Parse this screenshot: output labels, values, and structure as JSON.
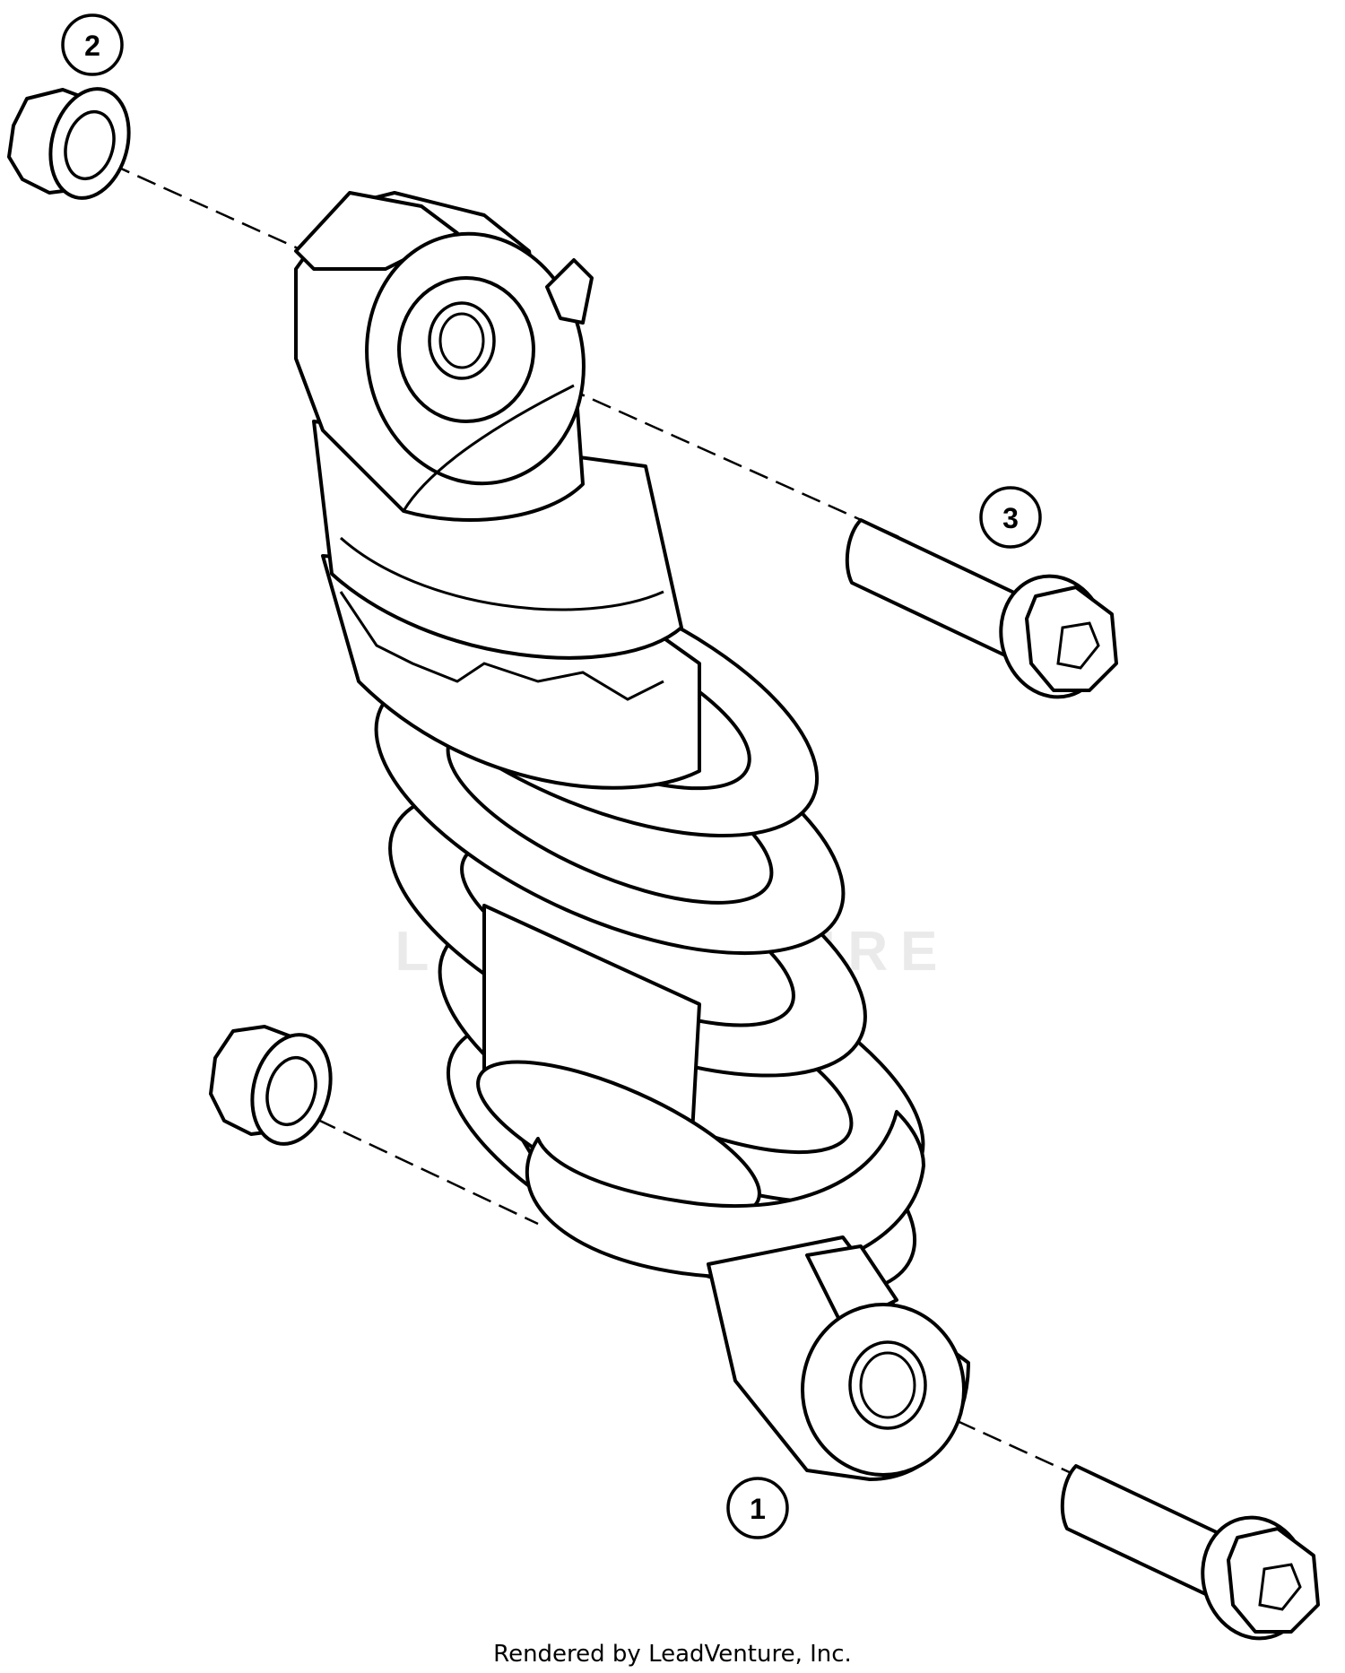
{
  "diagram": {
    "callouts": [
      {
        "id": "callout-1",
        "label": "1"
      },
      {
        "id": "callout-2",
        "label": "2"
      },
      {
        "id": "callout-3",
        "label": "3"
      }
    ],
    "watermark": "LEADVENTURE",
    "credit": "Rendered by LeadVenture, Inc."
  }
}
